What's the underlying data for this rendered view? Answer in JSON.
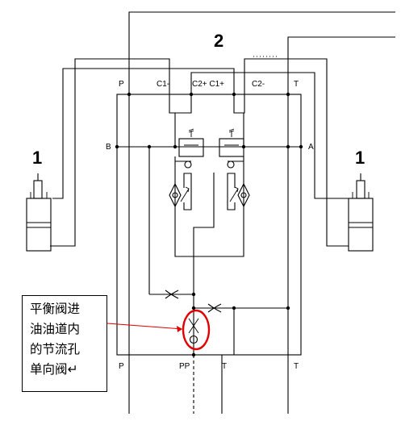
{
  "title": "2",
  "actuator_label_left": "1",
  "actuator_label_right": "1",
  "ports_top": {
    "p": "P",
    "c1_minus": "C1-",
    "c2_plus_c1_plus": "C2+ C1+",
    "c2_minus": "C2-",
    "t": "T"
  },
  "ports_side": {
    "b": "B",
    "a": "A"
  },
  "ports_bottom": {
    "p": "P",
    "pp": "PP",
    "t1": "T",
    "t2": "T"
  },
  "callout": {
    "lines": [
      "平衡阀进",
      "油油道内",
      "的节流孔",
      "单向阀↵"
    ],
    "highlight_color": "#e00000",
    "arrow_color": "#e00000"
  }
}
